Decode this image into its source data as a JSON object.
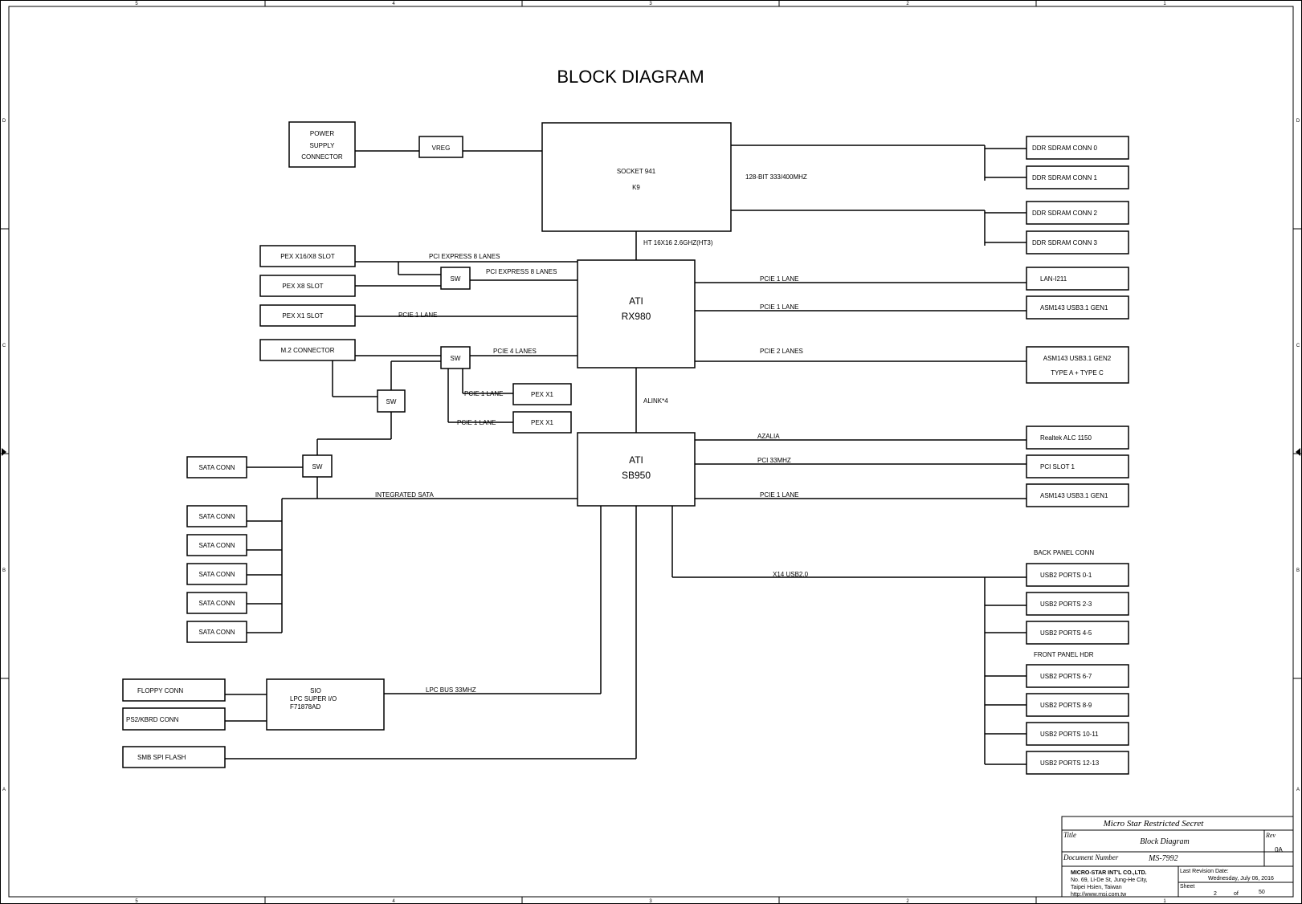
{
  "title": "BLOCK DIAGRAM",
  "border": {
    "cols": [
      "5",
      "4",
      "3",
      "2",
      "1"
    ],
    "rows": [
      "D",
      "C",
      "B",
      "A"
    ]
  },
  "blocks": {
    "psu_l1": "POWER",
    "psu_l2": "SUPPLY",
    "psu_l3": "CONNECTOR",
    "vreg": "VREG",
    "cpu_l1": "SOCKET 941",
    "cpu_l2": "K9",
    "ddr0": "DDR SDRAM CONN 0",
    "ddr1": "DDR SDRAM CONN 1",
    "ddr2": "DDR SDRAM CONN 2",
    "ddr3": "DDR SDRAM CONN 3",
    "pex16": "PEX X16/X8 SLOT",
    "pex8": "PEX X8 SLOT",
    "pex1": "PEX X1 SLOT",
    "m2": "M.2 CONNECTOR",
    "sw1": "SW",
    "sw2": "SW",
    "sw3": "SW",
    "sw4": "SW",
    "pexx1_a": "PEX X1",
    "pexx1_b": "PEX X1",
    "nb_l1": "ATI",
    "nb_l2": "RX980",
    "sb_l1": "ATI",
    "sb_l2": "SB950",
    "lan": "LAN-I211",
    "asm1": "ASM143 USB3.1 GEN1",
    "asm2_l1": "ASM143 USB3.1 GEN2",
    "asm2_l2": "TYPE A + TYPE C",
    "realtek": "Realtek ALC 1150",
    "pcislot": "PCI SLOT 1",
    "asm3": "ASM143 USB3.1 GEN1",
    "sata0": "SATA CONN",
    "sata1": "SATA CONN",
    "sata2": "SATA CONN",
    "sata3": "SATA CONN",
    "sata4": "SATA CONN",
    "sata5": "SATA CONN",
    "usb01": "USB2 PORTS 0-1",
    "usb23": "USB2 PORTS 2-3",
    "usb45": "USB2 PORTS 4-5",
    "usb67": "USB2 PORTS 6-7",
    "usb89": "USB2 PORTS 8-9",
    "usb1011": "USB2 PORTS 10-11",
    "usb1213": "USB2 PORTS 12-13",
    "floppy": "FLOPPY CONN",
    "ps2": "PS2/KBRD CONN",
    "sio_l1": "SIO",
    "sio_l2": "LPC SUPER I/O",
    "sio_l3": "F71878AD",
    "spi": "SMB SPI FLASH"
  },
  "labels": {
    "mem_bus": "128-BIT 333/400MHZ",
    "ht": "HT 16X16 2.6GHZ(HT3)",
    "pci8a": "PCI EXPRESS 8 LANES",
    "pci8b": "PCI EXPRESS 8 LANES",
    "pcie1_slot": "PCIE 1 LANE",
    "pcie4": "PCIE 4 LANES",
    "pcie1_a": "PCIE 1 LANE",
    "pcie1_b": "PCIE 1 LANE",
    "pcie1_lan": "PCIE 1 LANE",
    "pcie1_asm": "PCIE 1 LANE",
    "pcie2": "PCIE 2 LANES",
    "alink": "ALINK*4",
    "azalia": "AZALIA",
    "pci33": "PCI 33MHZ",
    "pcie1_sb": "PCIE 1 LANE",
    "isata": "INTEGRATED SATA",
    "usb20": "X14 USB2.0",
    "back_panel": "BACK PANEL CONN",
    "front_panel": "FRONT PANEL HDR",
    "lpc": "LPC BUS 33MHZ"
  },
  "titleblock": {
    "secret": "Micro Star Restricted Secret",
    "title_lbl": "Title",
    "title_val": "Block Diagram",
    "rev_lbl": "Rev",
    "rev_val": "0A",
    "docnum_lbl": "Document Number",
    "docnum_val": "MS-7992",
    "company": "MICRO-STAR INT'L CO.,LTD.",
    "addr1": "No. 69, Li-De St, Jung-He City,",
    "addr2": "Taipei Hsien, Taiwan",
    "url": "http://www.msi.com.tw",
    "lastrev_lbl": "Last Revision Date:",
    "lastrev_val": "Wednesday, July 06, 2016",
    "sheet_lbl": "Sheet",
    "sheet_num": "2",
    "sheet_of": "of",
    "sheet_total": "50"
  }
}
